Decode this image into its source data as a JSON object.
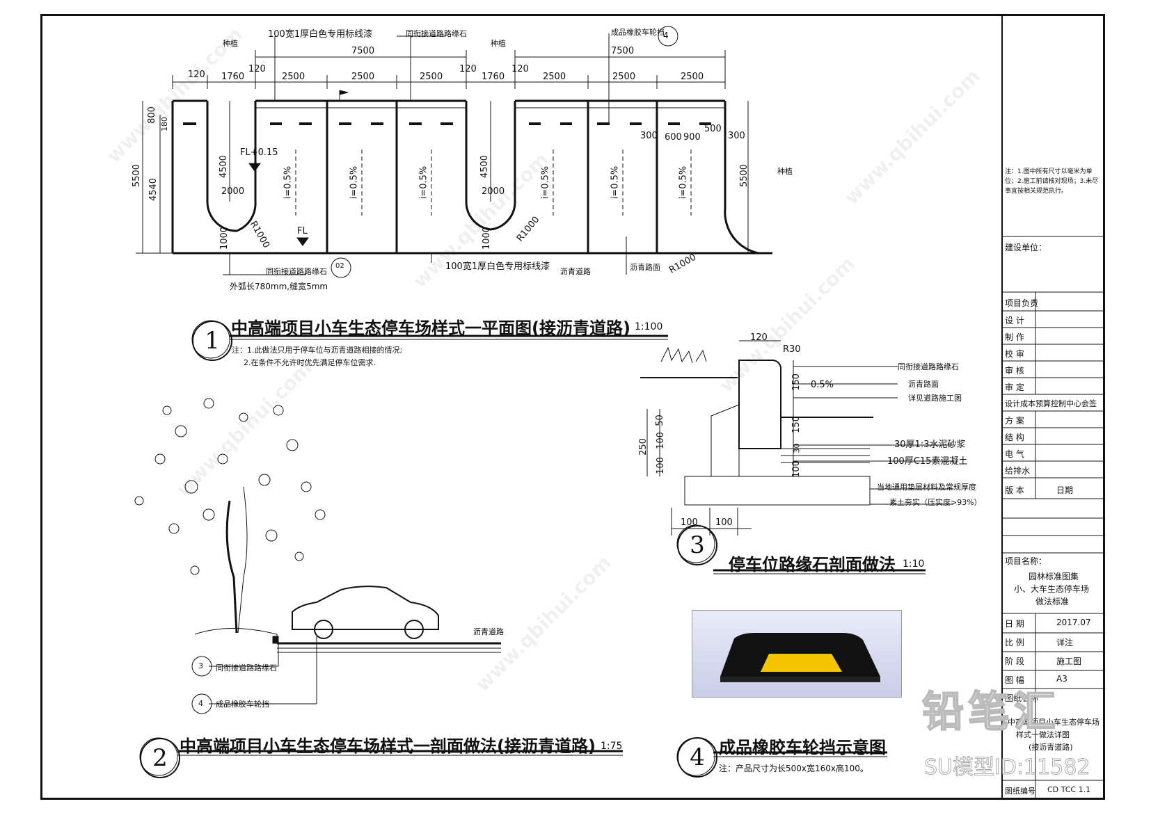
{
  "plan": {
    "title": "中高端项目小车生态停车场样式一平面图(接沥青道路)",
    "scale": "1:100",
    "notes": [
      "注：1.此做法只用于停车位与沥青道路相接的情况;",
      "2.在条件不允许时优先满足停车位需求."
    ],
    "labels": {
      "line_paint_top": "100宽1厚白色专用标线漆",
      "curb_top": "同衔接道路路缘石",
      "wheel_stop": "成品橡胶车轮挡",
      "plant_left": "种植",
      "plant_mid": "种植",
      "plant_right": "种植",
      "curb_bottom": "同衔接道路路缘石",
      "curb_note": "外弧长780mm,缝宽5mm",
      "line_paint_bottom": "100宽1厚白色专用标线漆",
      "asphalt_road": "沥青道路",
      "asphalt_surface": "沥青路面",
      "fl_top": "FL+0.15",
      "fl_bottom": "FL",
      "slope": "i=0.5%",
      "ref4": "4",
      "ref02": "02"
    },
    "dims": {
      "d7500": "7500",
      "d2500": "2500",
      "d1760": "1760",
      "d120": "120",
      "d5500": "5500",
      "d4540": "4540",
      "d4500": "4500",
      "d2000": "2000",
      "d1000": "1000",
      "r1000": "R1000",
      "d800": "800",
      "d180": "180",
      "d300": "300",
      "d600": "600",
      "d900": "900",
      "d500": "500"
    }
  },
  "section2": {
    "title": "中高端项目小车生态停车场样式一剖面做法(接沥青道路)",
    "scale": "1:75",
    "num": "2",
    "labels": {
      "road": "沥青道路",
      "curb": "同衔接道路路缘石",
      "stop": "成品橡胶车轮挡",
      "ref3": "3",
      "ref4": "4"
    }
  },
  "section3": {
    "title": "停车位路缘石剖面做法",
    "scale": "1:10",
    "num": "3",
    "labels": {
      "curb": "同衔接道路路缘石",
      "asphalt": "沥青路面",
      "road": "详见道路施工图",
      "mortar": "30厚1:3水泥砂浆",
      "concrete": "100厚C15素混凝土",
      "base": "当地通用垫层材料及常规厚度",
      "soil": "素土夯实（压实度>93%）",
      "slope": "0.5%",
      "r30": "R30",
      "d120": "120",
      "d150a": "150",
      "d150b": "150",
      "d30": "30",
      "d100": "100",
      "d250": "250",
      "d50": "50",
      "d100b": "100",
      "d100c": "100",
      "d100d": "100",
      "d100e": "100"
    }
  },
  "section4": {
    "title": "成品橡胶车轮挡示意图",
    "num": "4",
    "note": "注：产品尺寸为长500x宽160x高100。"
  },
  "titleblock": {
    "notes": "注：1.图中所有尺寸以毫米为单位；2.施工前请核对现场；3.未尽事宜按相关规范执行。",
    "owner_label": "建设单位：",
    "rows": [
      "项目负责",
      "设 计",
      "制 作",
      "校 审",
      "审 核",
      "审 定"
    ],
    "dept": "设计成本预算控制中心会签",
    "rows2": [
      "方 案",
      "结 构",
      "电 气",
      "给排水"
    ],
    "version": "版 本",
    "date_label": "日期",
    "project_label": "项目名称：",
    "project_name": [
      "园林标准图集",
      "小、大车生态停车场",
      "做法标准"
    ],
    "info": [
      {
        "k": "日 期",
        "v": "2017.07"
      },
      {
        "k": "比 例",
        "v": "详注"
      },
      {
        "k": "阶 段",
        "v": "施工图"
      },
      {
        "k": "图 幅",
        "v": "A3"
      }
    ],
    "drawing_name_label": "图纸名称",
    "drawing_name": [
      "中高端项目小车生态停车场",
      "样式一做法详图",
      "(接沥青道路)"
    ],
    "drawing_no_label": "图纸编号",
    "drawing_no": "CD TCC 1.1"
  },
  "watermark": {
    "brand": "铅笔汇",
    "url": "www.qbihui.com",
    "model": "SU模型ID:11582"
  }
}
